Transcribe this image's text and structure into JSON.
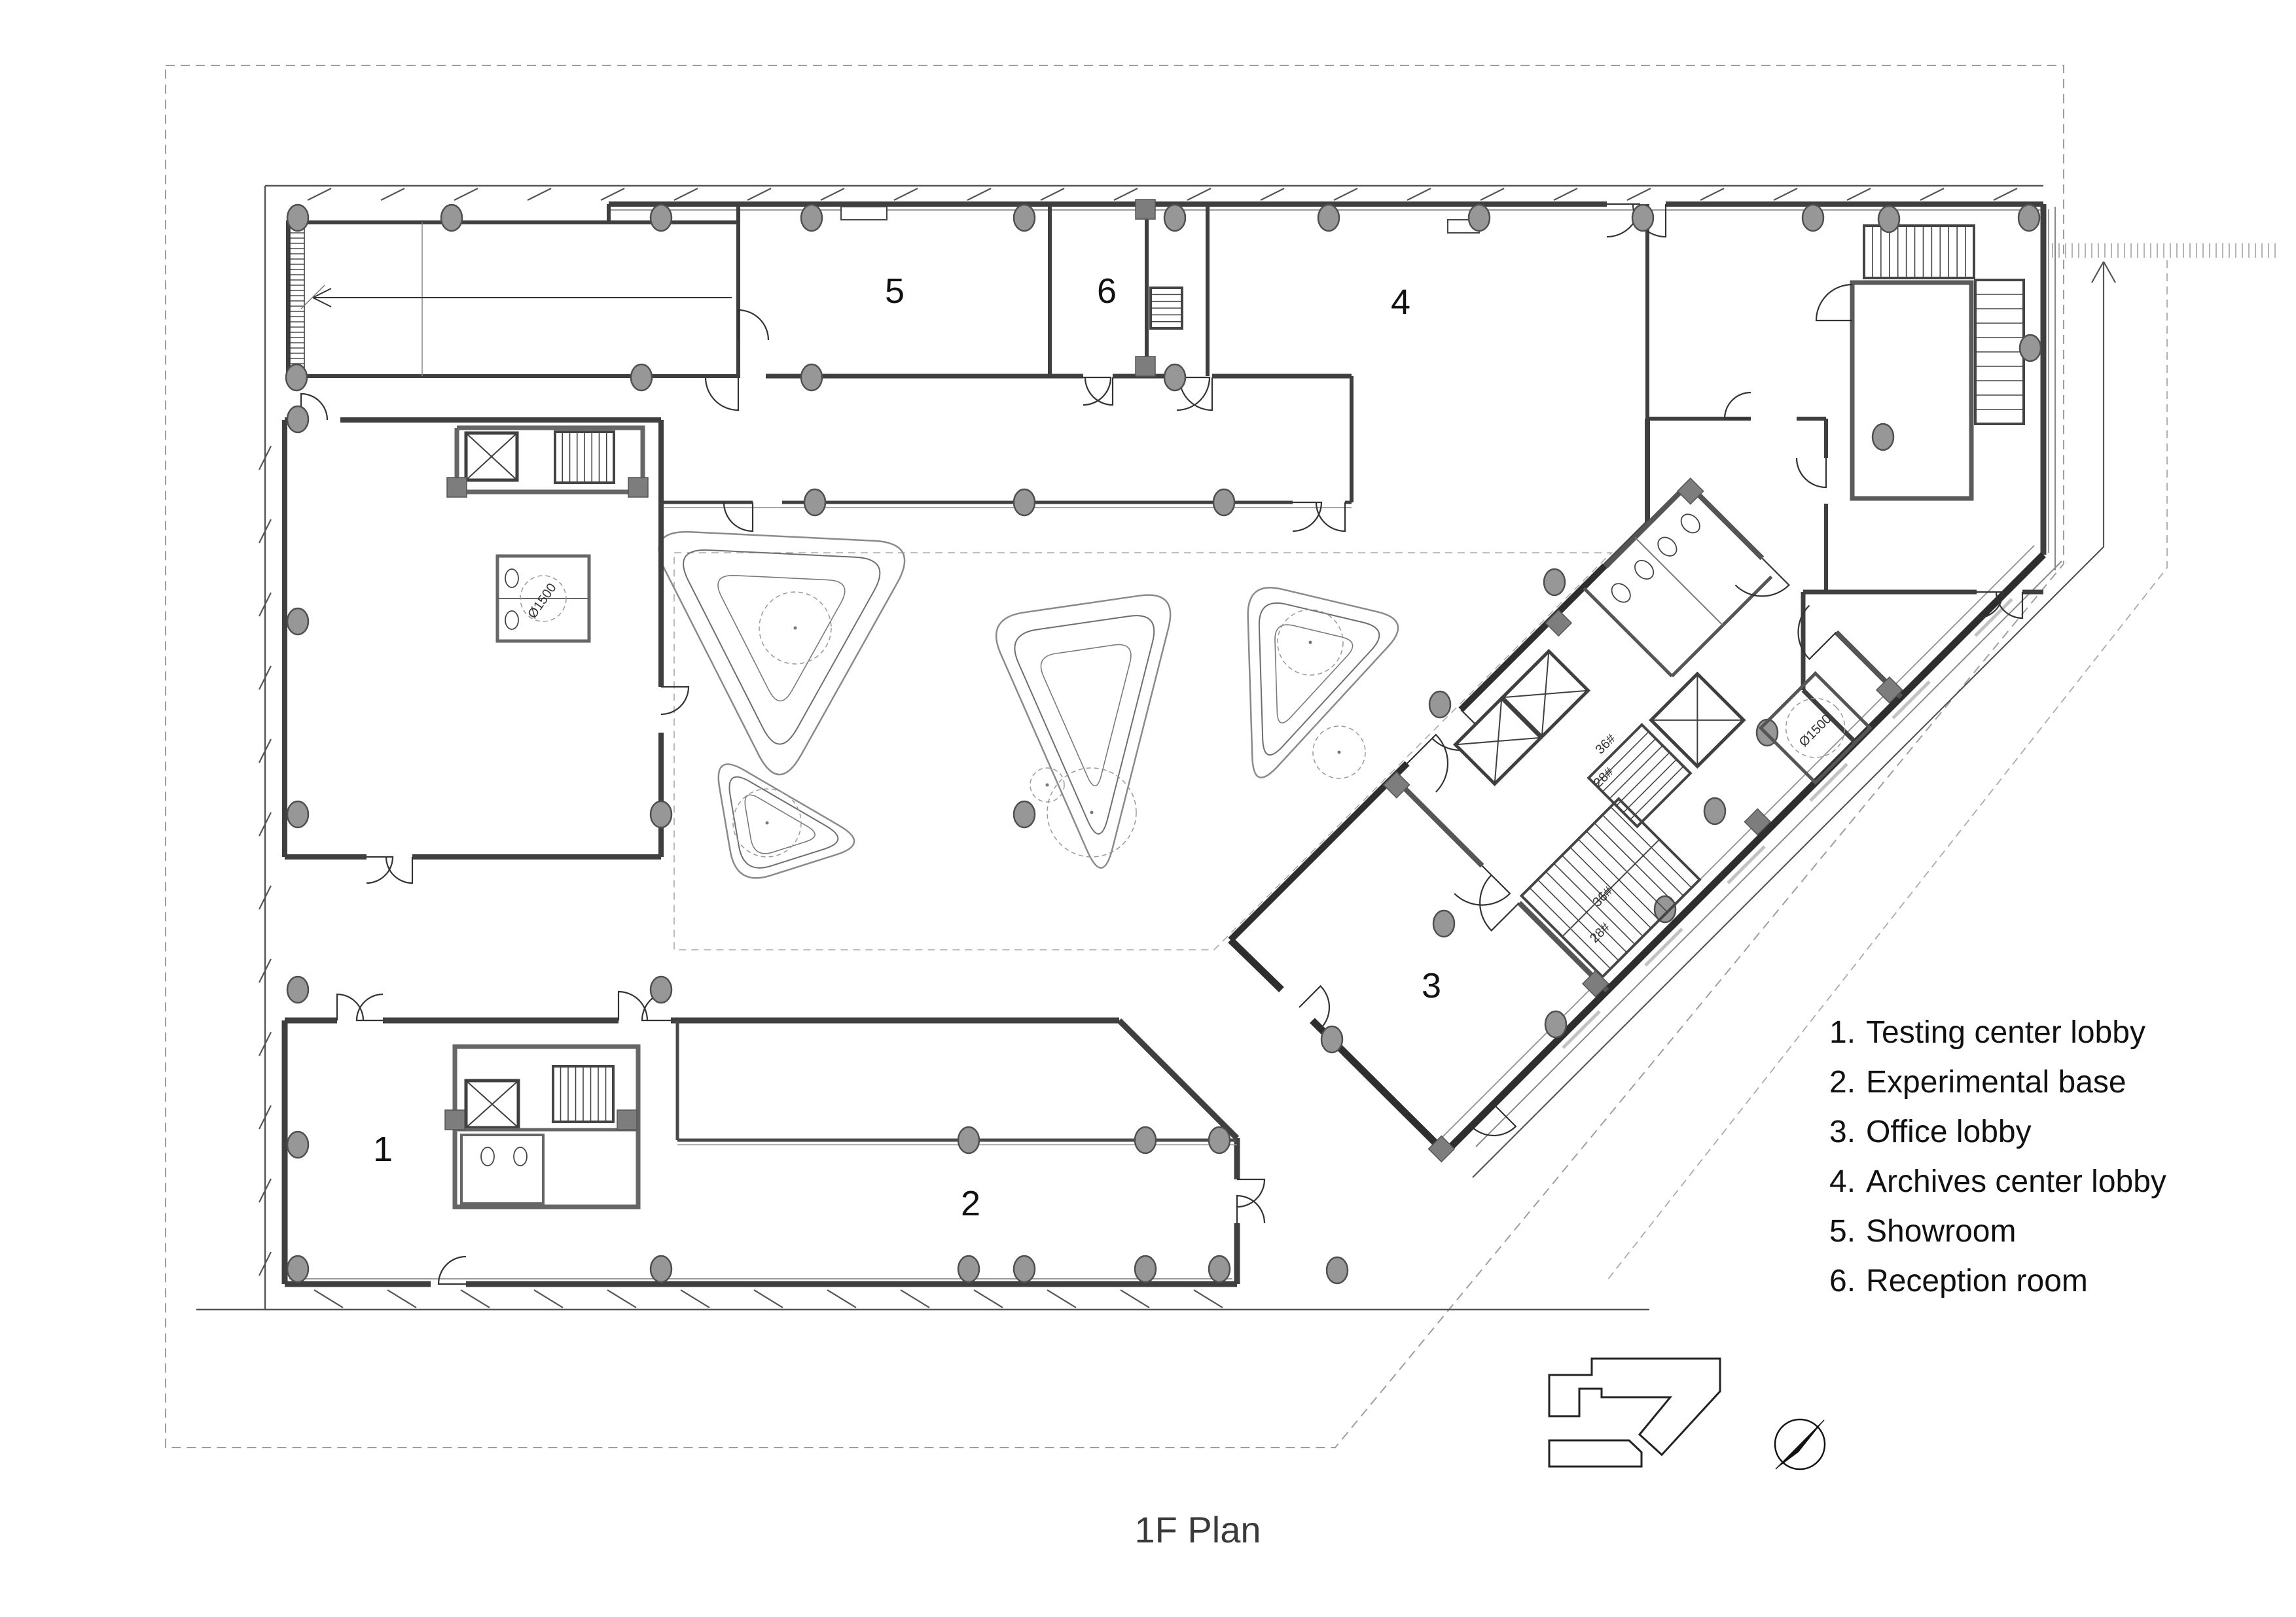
{
  "app": {
    "type": "architectural-floor-plan"
  },
  "title": "1F Plan",
  "plan_labels": {
    "r1": "1",
    "r2": "2",
    "r3": "3",
    "r4": "4",
    "r5": "5",
    "r6": "6"
  },
  "legend": {
    "items": [
      {
        "no": "1.",
        "label": "Testing center lobby"
      },
      {
        "no": "2.",
        "label": "Experimental base"
      },
      {
        "no": "3.",
        "label": "Office lobby"
      },
      {
        "no": "4.",
        "label": "Archives center lobby"
      },
      {
        "no": "5.",
        "label": "Showroom"
      },
      {
        "no": "6.",
        "label": "Reception room"
      }
    ]
  },
  "annotations": {
    "wc_clearance": "Ø1500",
    "stair_run_a": "28#",
    "stair_run_b": "36#"
  },
  "colors": {
    "wall": "#3f3f3f",
    "column_fill": "#979797",
    "dashed": "#9e9e9e",
    "text": "#111111",
    "title_text": "#3a3a3a"
  }
}
